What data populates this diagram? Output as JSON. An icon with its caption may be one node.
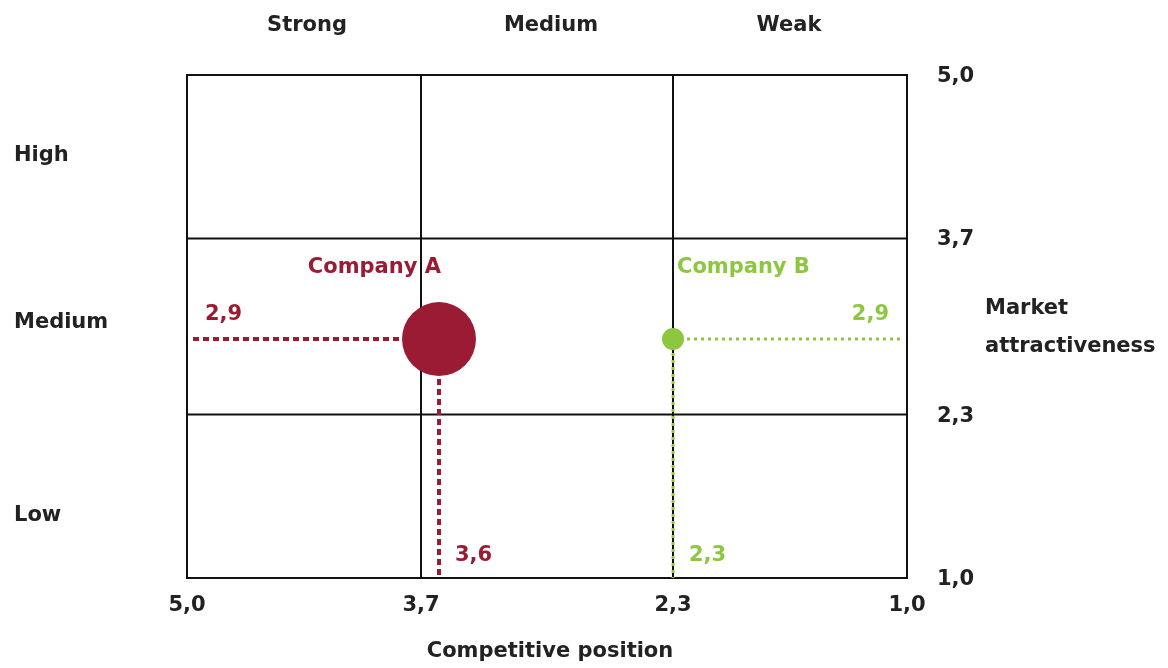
{
  "diagram": {
    "labels": [
      "Strong",
      "Medium",
      "Weak",
      "High",
      "Medium",
      "Low"
    ],
    "chart_data": {
      "type": "scatter",
      "xlabel": "Competitive position",
      "ylabel": "Market attractiveness",
      "x": [
        3.6,
        2.3
      ],
      "series": [
        {
          "name": "Company A",
          "color": "#9b1b34",
          "values": [
            2.9,
            null
          ]
        },
        {
          "name": "Company B",
          "color": "#8dc63f",
          "values": [
            null,
            2.9
          ]
        }
      ],
      "xlim": [
        5.0,
        1.0
      ],
      "ylim": [
        1.0,
        5.0
      ],
      "xticks": [
        {
          "value": 5.0,
          "label": "5,0"
        },
        {
          "value": 3.7,
          "label": "3,7"
        },
        {
          "value": 2.3,
          "label": "2,3"
        },
        {
          "value": 1.0,
          "label": "1,0"
        }
      ],
      "yticks": [
        {
          "value": 5.0,
          "label": "5,0"
        },
        {
          "value": 3.7,
          "label": "3,7"
        },
        {
          "value": 2.3,
          "label": "2,3"
        },
        {
          "value": 1.0,
          "label": "1,0"
        }
      ],
      "annotations": [
        "2,9",
        "3,6",
        "2,9",
        "2,3"
      ],
      "grid": true
    }
  }
}
